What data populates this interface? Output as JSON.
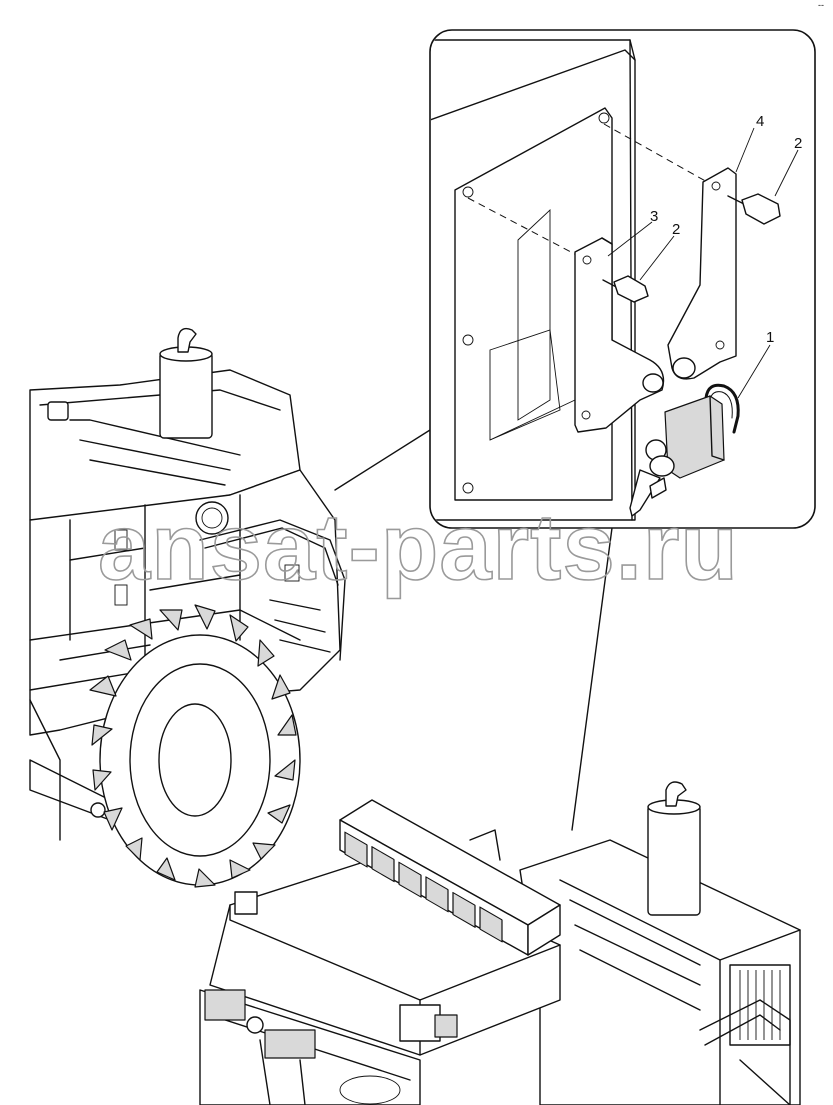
{
  "watermark": "ansat-parts.ru",
  "corner_mark": "‐‐",
  "callouts": {
    "item1": "1",
    "item2a": "2",
    "item2b": "2",
    "item3": "3",
    "item4": "4"
  }
}
